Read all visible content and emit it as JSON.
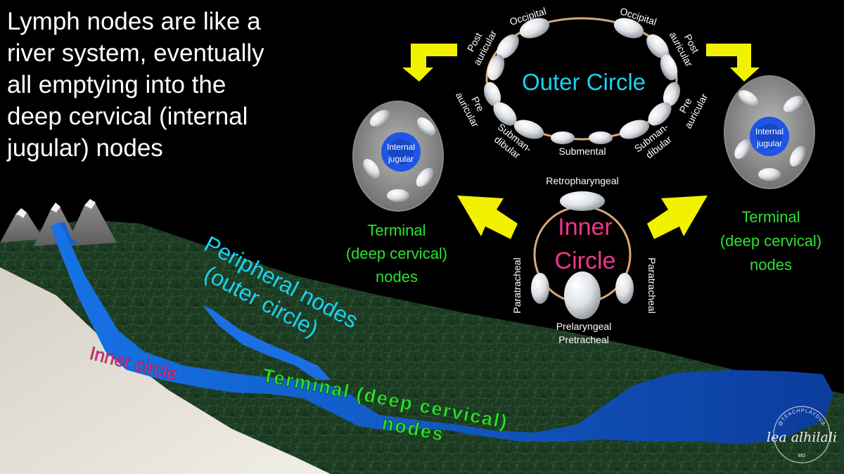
{
  "headline": {
    "lines": [
      "Lymph nodes are like a",
      "river system, eventually",
      "all emptying into the",
      "deep cervical (internal",
      "jugular) nodes"
    ]
  },
  "outer_circle": {
    "title": "Outer Circle",
    "labels": {
      "occipital_left": "Occipital",
      "occipital_right": "Occipital",
      "post_auricular_left": [
        "Post",
        "auricular"
      ],
      "post_auricular_right": [
        "Post",
        "auricular"
      ],
      "pre_auricular_left": [
        "Pre",
        "auricular"
      ],
      "pre_auricular_right": [
        "Pre",
        "auricular"
      ],
      "submandibular_left": [
        "Subman-",
        "dibular"
      ],
      "submandibular_right": [
        "Subman-",
        "dibular"
      ],
      "submental": "Submental"
    }
  },
  "inner_circle": {
    "title": [
      "Inner",
      "Circle"
    ],
    "labels": {
      "retropharyngeal": "Retropharyngeal",
      "paratracheal_left": "Paratracheal",
      "paratracheal_right": "Paratracheal",
      "prelaryngeal": "Prelaryngeal",
      "pretracheal": "Pretracheal"
    }
  },
  "terminal_left": {
    "vessel_label": [
      "Internal",
      "jugular"
    ],
    "caption": [
      "Terminal",
      "(deep cervical)",
      "nodes"
    ]
  },
  "terminal_right": {
    "vessel_label": [
      "Internal",
      "jugular"
    ],
    "caption": [
      "Terminal",
      "(deep cervical)",
      "nodes"
    ]
  },
  "river_labels": {
    "peripheral": [
      "Peripheral nodes",
      "(outer circle)"
    ],
    "inner": "Inner circle",
    "terminal": [
      "Terminal (deep cervical)",
      "nodes"
    ]
  },
  "watermark": {
    "arc_text": "@TEACHPLAYDUB",
    "signature": "lea alhilali",
    "suffix": "MD"
  },
  "colors": {
    "background": "#000000",
    "cyan_label": "#19d3ee",
    "pink_label": "#f0368c",
    "green_label": "#2fe02f",
    "arrow_yellow": "#f2f200",
    "ring_tan": "#d9a77a",
    "jugular_blue": "#1f55e6",
    "river_blue": "#1b6fe2",
    "forest_green": "#1c3b22"
  }
}
